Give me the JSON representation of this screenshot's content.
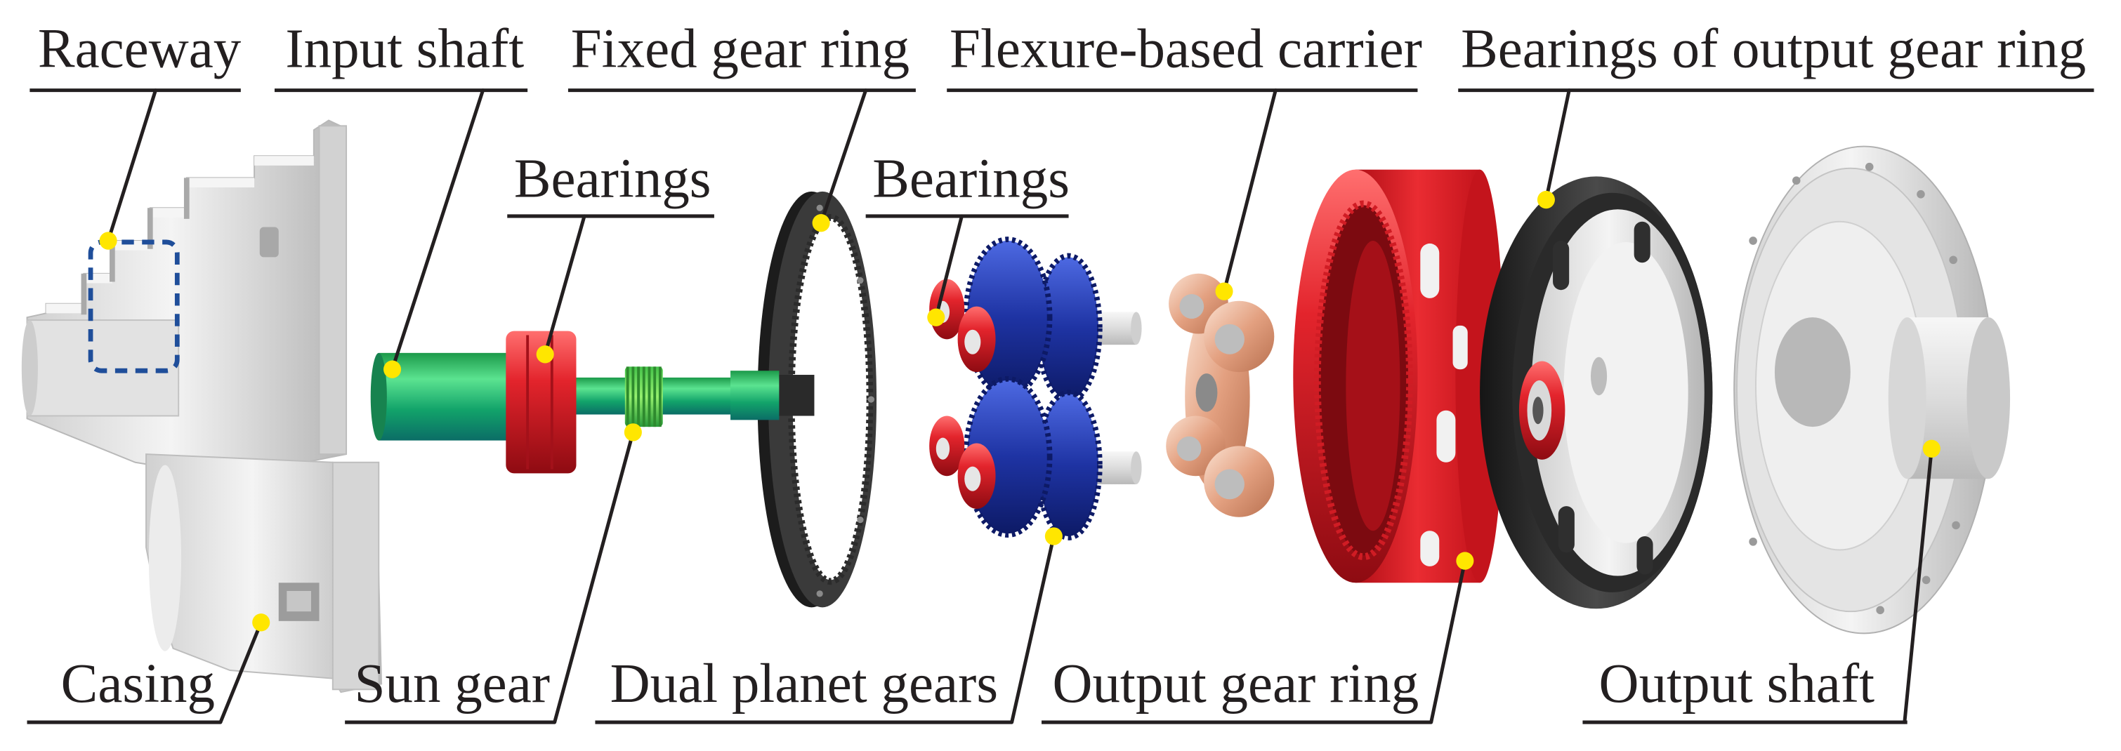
{
  "labels": {
    "raceway": "Raceway",
    "input_shaft": "Input shaft",
    "fixed_gear_ring": "Fixed gear ring",
    "flexure_based_carrier": "Flexure-based carrier",
    "bearings_of_output_gear_ring": "Bearings of output gear ring",
    "bearings_input": "Bearings",
    "bearings_planet": "Bearings",
    "casing": "Casing",
    "sun_gear": "Sun gear",
    "dual_planet_gears": "Dual planet gears",
    "output_gear_ring": "Output gear ring",
    "output_shaft": "Output shaft"
  },
  "colors": {
    "marker_yellow": "#FFE600",
    "raceway_highlight_blue": "#1F4E9A",
    "leader_line": "#231F20",
    "fixed_gear_ring": "#262626",
    "output_gear_ring": "#D9141E",
    "planet_gears": "#1E33A3",
    "input_shaft": "#1FAF6A",
    "carrier": "#E3A080",
    "casing": "#E6E6E6"
  }
}
